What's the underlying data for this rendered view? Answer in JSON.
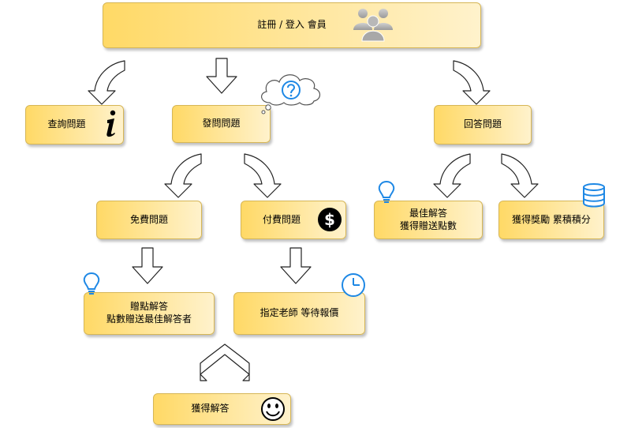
{
  "nodes": {
    "register": "註冊 / 登入 會員",
    "query": "查詢問題",
    "ask": "發問問題",
    "answer": "回答問題",
    "free": "免費問題",
    "paid": "付費問題",
    "best_answer": "最佳解答\n獲得贈送點數",
    "reward": "獲得獎勵 累積積分",
    "gift_points": "贈點解答\n點數贈送最佳解答者",
    "assign_teacher": "指定老師 等待報價",
    "get_answer": "獲得解答"
  },
  "icons": {
    "register": "users-group-icon",
    "query": "info-icon",
    "ask": "question-cloud-icon",
    "paid": "dollar-icon",
    "best_answer": "lightbulb-icon",
    "reward": "database-icon",
    "gift_points": "lightbulb-icon",
    "assign_teacher": "clock-icon",
    "get_answer": "smiley-icon"
  },
  "colors": {
    "node_fill_start": "#ffd966",
    "node_fill_end": "#fff2cc",
    "node_border": "#d6b656",
    "icon_blue": "#1e88e5"
  }
}
